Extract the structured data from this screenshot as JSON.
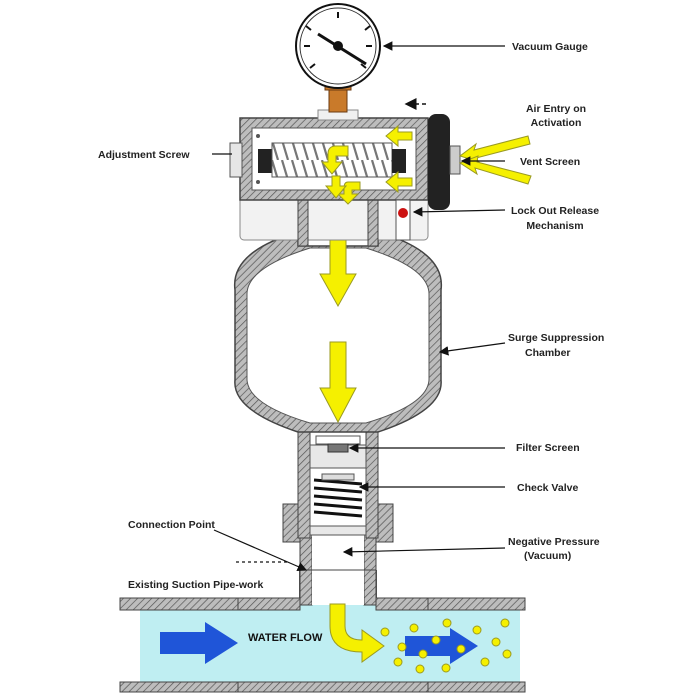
{
  "colors": {
    "arrow_yellow": "#f5f000",
    "arrow_outline": "#9a9a22",
    "water": "#bfeef2",
    "flow_blue": "#1f55d8",
    "body_gray": "#c8c8c8",
    "hatch": "#555555"
  },
  "labels": {
    "vacuum_gauge": "Vacuum Gauge",
    "air_entry_1": "Air Entry on",
    "air_entry_2": "Activation",
    "adjustment_screw": "Adjustment Screw",
    "vent_screen": "Vent Screen",
    "lock_out_1": "Lock Out Release",
    "lock_out_2": "Mechanism",
    "surge_1": "Surge Suppression",
    "surge_2": "Chamber",
    "filter_screen": "Filter Screen",
    "check_valve": "Check Valve",
    "connection_point": "Connection Point",
    "negative_pressure_1": "Negative Pressure",
    "negative_pressure_2": "(Vacuum)",
    "existing_pipework": "Existing Suction Pipe-work",
    "water_flow": "WATER FLOW"
  },
  "icons": {
    "gauge": "pressure-gauge-icon",
    "small_arrow": "left-arrow-icon"
  }
}
